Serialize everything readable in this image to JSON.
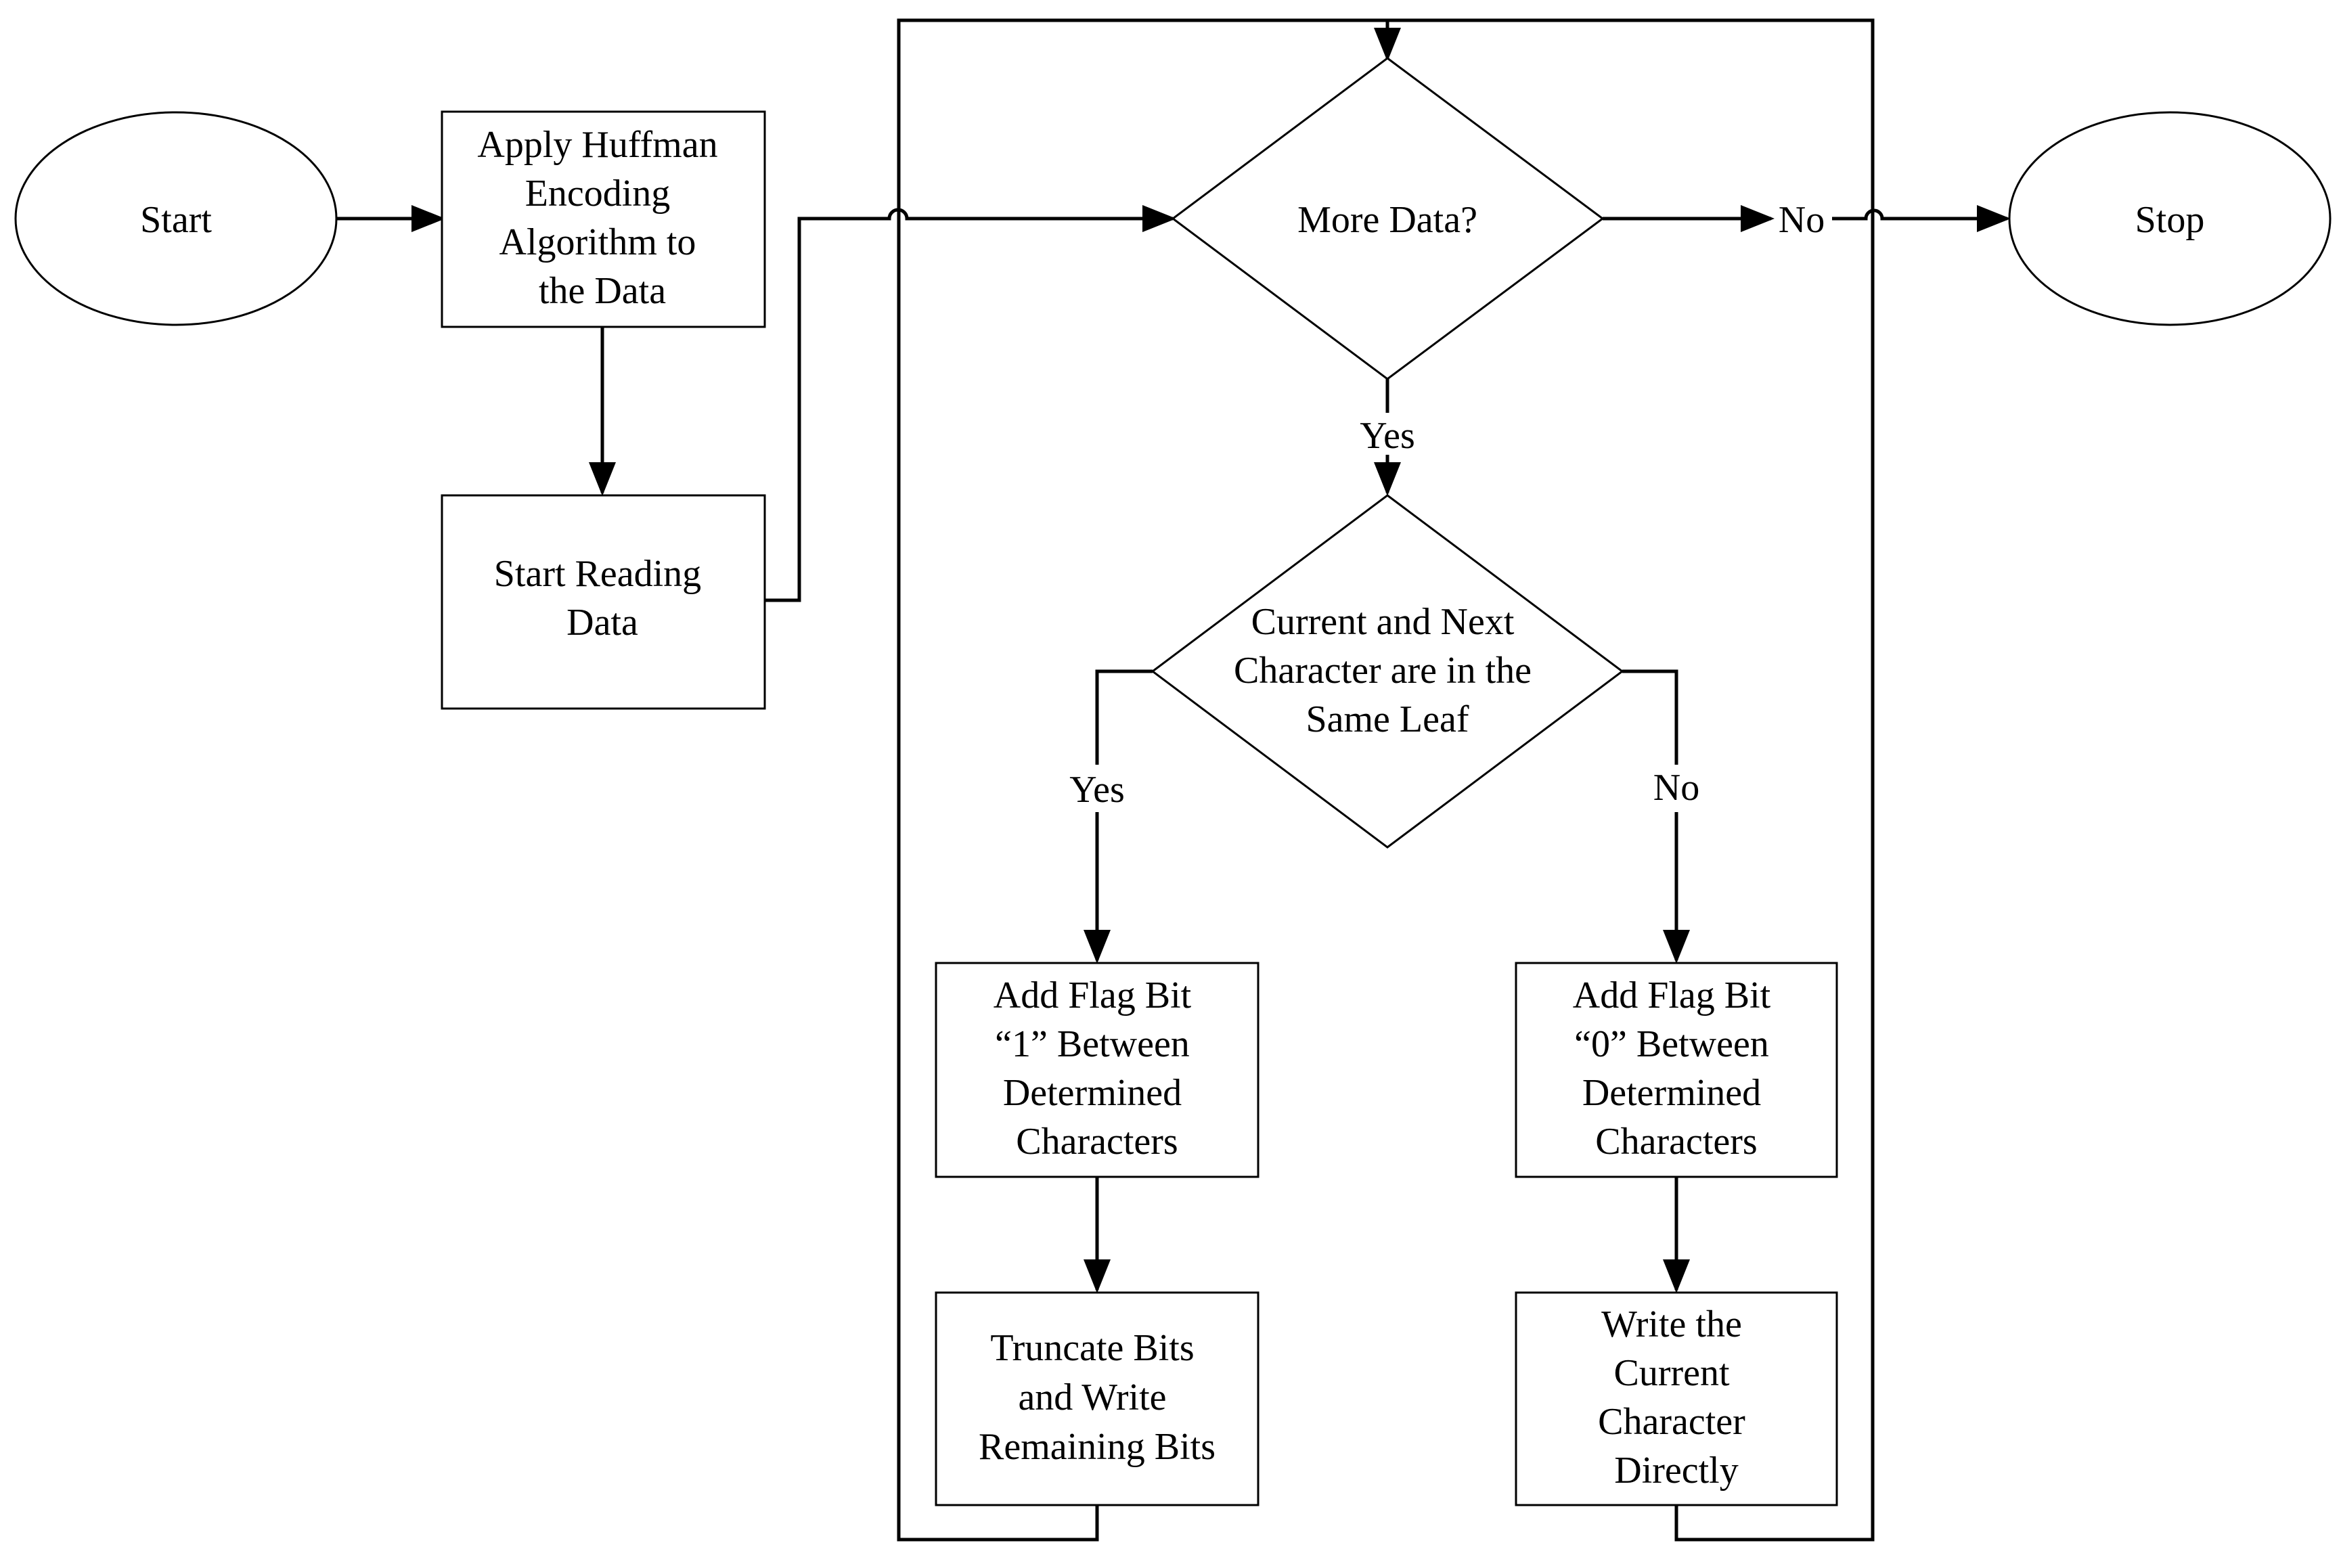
{
  "nodes": {
    "start": {
      "label": "Start"
    },
    "huffman": {
      "lines": [
        "Apply Huffman",
        "Encoding",
        "Algorithm to",
        "the Data"
      ]
    },
    "read": {
      "lines": [
        "Start Reading",
        "Data"
      ]
    },
    "more": {
      "label": "More Data?"
    },
    "stop": {
      "label": "Stop"
    },
    "same_leaf": {
      "lines": [
        "Current and Next",
        "Character are in the",
        "Same Leaf"
      ]
    },
    "flag1": {
      "lines": [
        "Add Flag Bit",
        "“1” Between",
        "Determined",
        "Characters"
      ]
    },
    "flag0": {
      "lines": [
        "Add Flag Bit",
        "“0” Between",
        "Determined",
        "Characters"
      ]
    },
    "truncate": {
      "lines": [
        "Truncate Bits",
        "and Write",
        "Remaining Bits"
      ]
    },
    "write": {
      "lines": [
        "Write the",
        "Current",
        "Character",
        "Directly"
      ]
    }
  },
  "edge_labels": {
    "more_no": "No",
    "more_yes": "Yes",
    "leaf_yes": "Yes",
    "leaf_no": "No"
  }
}
